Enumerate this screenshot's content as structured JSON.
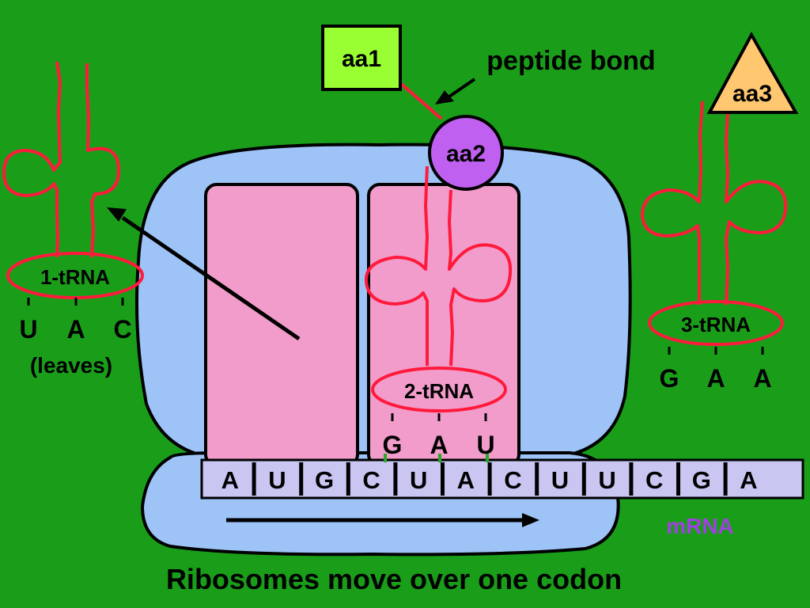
{
  "amino_acids": {
    "aa1": "aa1",
    "aa2": "aa2",
    "aa3": "aa3"
  },
  "peptide_bond_label": "peptide bond",
  "trna": {
    "t1": {
      "label": "1-tRNA",
      "anticodon": [
        "U",
        "A",
        "C"
      ],
      "note": "(leaves)"
    },
    "t2": {
      "label": "2-tRNA",
      "anticodon": [
        "G",
        "A",
        "U"
      ]
    },
    "t3": {
      "label": "3-tRNA",
      "anticodon": [
        "G",
        "A",
        "A"
      ]
    }
  },
  "mrna": {
    "label": "mRNA",
    "bases": [
      "A",
      "U",
      "G",
      "C",
      "U",
      "A",
      "C",
      "U",
      "U",
      "C",
      "G",
      "A"
    ]
  },
  "caption": "Ribosomes move over one codon",
  "colors": {
    "background": "#1a9e1a",
    "ribosome": "#9ec3f7",
    "site": "#f29ccb",
    "trna": "#ff1a3c",
    "aa1": "#99ff33",
    "aa2": "#c060f0",
    "aa3": "#ffc870",
    "mrna_strip": "#c9c6f2",
    "mrna_label": "#a040e0"
  }
}
